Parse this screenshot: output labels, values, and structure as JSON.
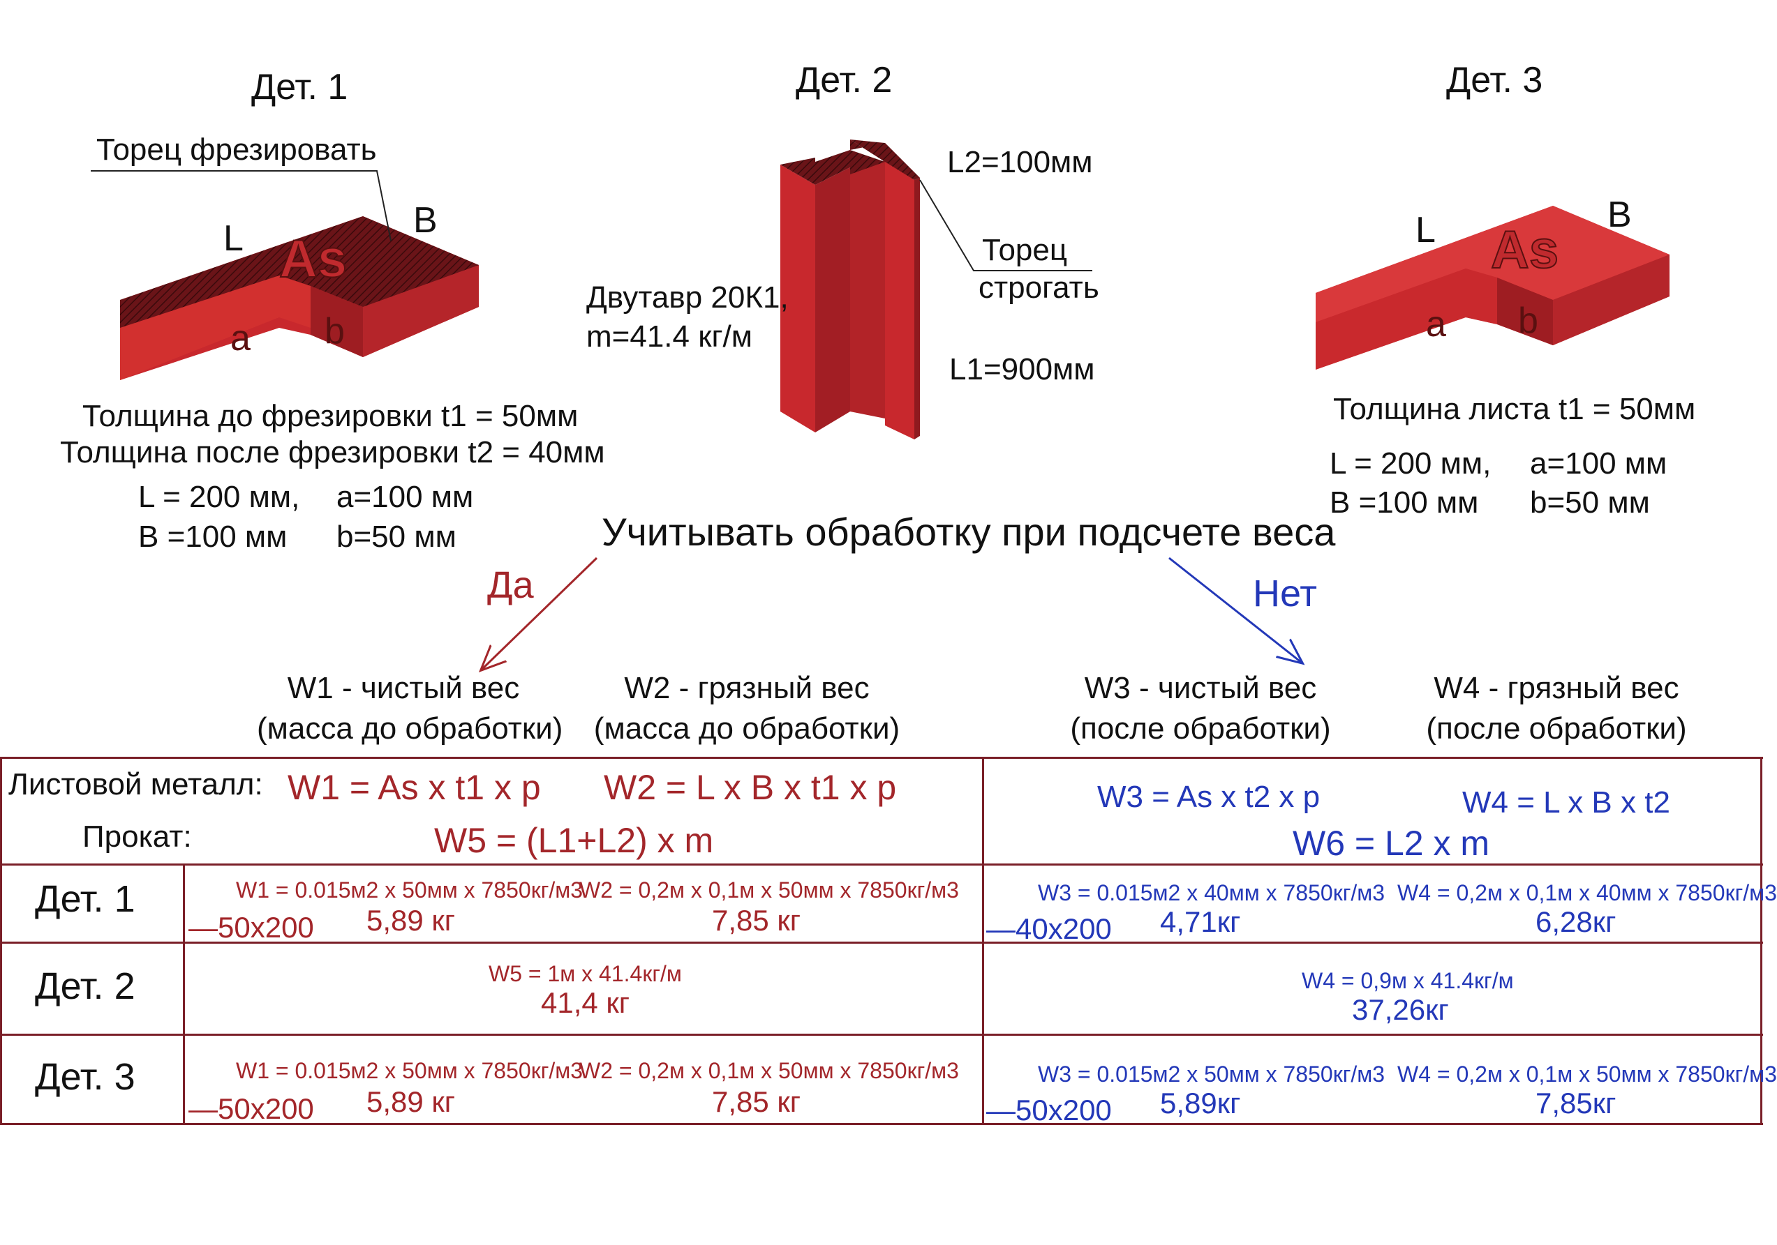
{
  "parts": {
    "p1": {
      "title": "Дет. 1",
      "callout": "Торец фрезировать",
      "labels": {
        "L": "L",
        "B": "B",
        "As": "As",
        "a": "a",
        "b": "b"
      },
      "thick1": "Толщина до фрезировки t1 = 50мм",
      "thick2": "Толщина после фрезировки t2 = 40мм",
      "dimL": "L = 200 мм,",
      "dimA": "a=100 мм",
      "dimB": "B =100 мм",
      "dimb": "b=50 мм"
    },
    "p2": {
      "title": "Дет. 2",
      "beam1": "Двутавр 20К1,",
      "beam2": "m=41.4 кг/м",
      "l2": "L2=100мм",
      "callout1": "Торец",
      "callout2": "строгать",
      "l1": "L1=900мм"
    },
    "p3": {
      "title": "Дет. 3",
      "labels": {
        "L": "L",
        "B": "B",
        "As": "As",
        "a": "a",
        "b": "b"
      },
      "thick": "Толщина листа t1 = 50мм",
      "dimL": "L = 200 мм,",
      "dimA": "a=100 мм",
      "dimB": "B =100 мм",
      "dimb": "b=50 мм"
    }
  },
  "question": "Учитывать обработку при подсчете веса",
  "yes": "Да",
  "no": "Нет",
  "weights": {
    "w1a": "W1 - чистый вес",
    "w1b": "(масса до обработки)",
    "w2a": "W2 - грязный вес",
    "w2b": "(масса до обработки)",
    "w3a": "W3 - чистый вес",
    "w3b": "(после обработки)",
    "w4a": "W4 - грязный вес",
    "w4b": "(после обработки)"
  },
  "table": {
    "sheet_label": "Листовой металл:",
    "rolled_label": "Прокат:",
    "f_w1": "W1 = As x t1 x p",
    "f_w2": "W2 = L x B x t1 x p",
    "f_w5": "W5 = (L1+L2) x m",
    "f_w3": "W3 = As x t2 x p",
    "f_w4": "W4 = L x B x t2",
    "f_w6": "W6 = L2 x m",
    "rows": [
      {
        "name": "Дет. 1",
        "l1": "W1 = 0.015м2 x 50мм x 7850кг/м3",
        "l2": "W2 = 0,2м x 0,1м x 50мм x 7850кг/м3",
        "lsec": "—50x200",
        "lv1": "5,89 кг",
        "lv2": "7,85 кг",
        "r1": "W3 = 0.015м2 x 40мм x 7850кг/м3",
        "r2": "W4 = 0,2м x 0,1м x 40мм x 7850кг/м3",
        "rsec": "—40x200",
        "rv1": "4,71кг",
        "rv2": "6,28кг"
      },
      {
        "name": "Дет. 2",
        "l1": "W5 = 1м x 41.4кг/м",
        "lv1": "41,4 кг",
        "r1": "W4 = 0,9м x 41.4кг/м",
        "rv1": "37,26кг"
      },
      {
        "name": "Дет. 3",
        "l1": "W1 = 0.015м2 x 50мм x 7850кг/м3",
        "l2": "W2 = 0,2м x 0,1м x 50мм x 7850кг/м3",
        "lsec": "—50x200",
        "lv1": "5,89 кг",
        "lv2": "7,85 кг",
        "r1": "W3 = 0.015м2 x 50мм x 7850кг/м3",
        "r2": "W4 = 0,2м x 0,1м x 50мм x 7850кг/м3",
        "rsec": "—50x200",
        "rv1": "5,89кг",
        "rv2": "7,85кг"
      }
    ]
  },
  "colors": {
    "red": "#a3262a",
    "blue": "#2338b8",
    "steel": "#c8282d",
    "steelDark": "#8e1a1f",
    "table": "#7a1f28"
  }
}
